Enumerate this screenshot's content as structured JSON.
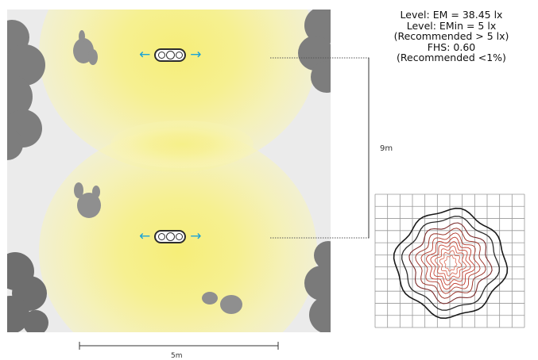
{
  "results": {
    "em": "Level: EM = 38.45 lx",
    "emin": "Level: EMin = 5 lx",
    "emin_rec": "(Recommended > 5 lx)",
    "fhs": "FHS: 0.60",
    "fhs_rec": "(Recommended <1%)"
  },
  "dimensions": {
    "spacing": "9m",
    "width": "5m"
  },
  "colors": {
    "light": "#f6ee78",
    "arrow": "#1ca3d6",
    "foliage": "#7a7a7a",
    "isolux_outer": "#1a1a1a",
    "isolux_inner": "#c0392b"
  },
  "luminaire_icon": "street-light-icon",
  "arrow_icon": "bidirectional-arrow-icon"
}
